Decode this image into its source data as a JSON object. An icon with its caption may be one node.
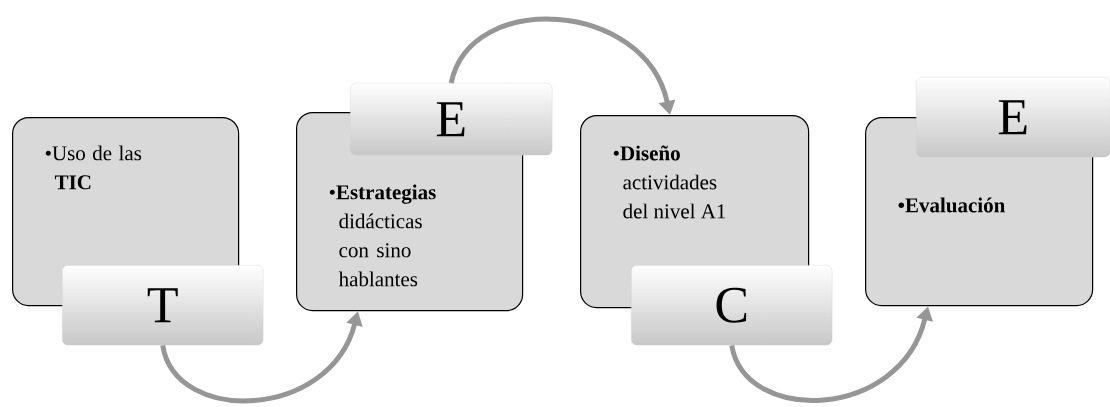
{
  "diagram": {
    "nodes": [
      {
        "text": [
          "•Uso de las **TIC**"
        ]
      },
      {
        "text": [
          "T"
        ]
      },
      {
        "text": [
          "•**Estrategias** didácticas con sino hablantes"
        ]
      },
      {
        "text": [
          "E"
        ]
      },
      {
        "text": [
          "•**Diseño** actividades del nivel A1"
        ]
      },
      {
        "text": [
          "C"
        ]
      },
      {
        "text": [
          "•Evaluación"
        ]
      },
      {
        "text": [
          "E"
        ]
      }
    ],
    "edges": [
      {
        "from": 1,
        "to": 2,
        "arrow": "to"
      },
      {
        "from": 3,
        "to": 4,
        "arrow": "to"
      },
      {
        "from": 5,
        "to": 6,
        "arrow": "to"
      }
    ]
  }
}
